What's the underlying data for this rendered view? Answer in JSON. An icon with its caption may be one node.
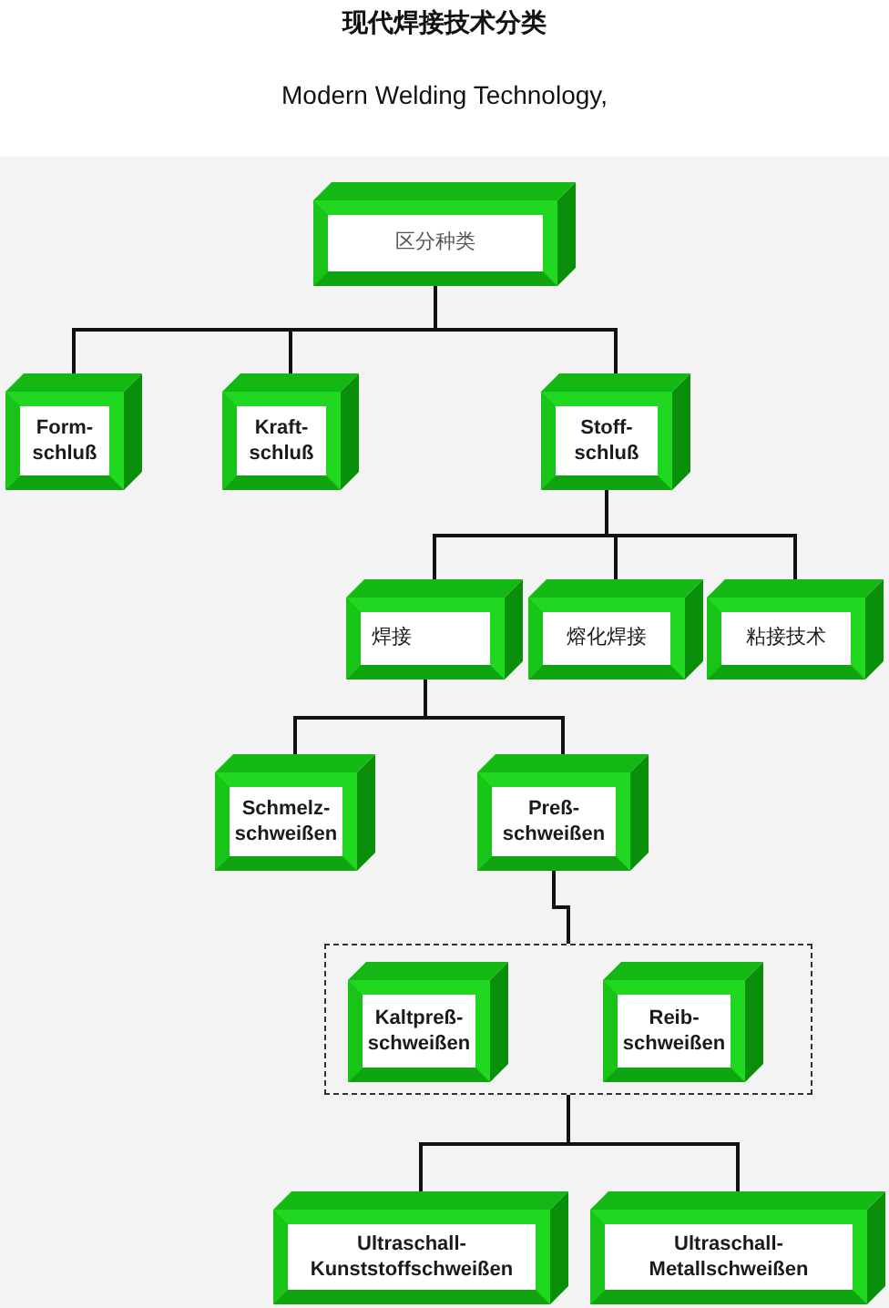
{
  "diagram": {
    "title": "现代焊接技术分类",
    "nodes": [
      {
        "text": [
          "区分种类"
        ]
      },
      {
        "text": [
          "Form- schluß"
        ]
      },
      {
        "text": [
          "Kraft- schluß"
        ]
      },
      {
        "text": [
          "Stoff- schluß"
        ]
      },
      {
        "text": [
          "焊接"
        ]
      },
      {
        "text": [
          "熔化焊接"
        ]
      },
      {
        "text": [
          "粘接技术"
        ]
      },
      {
        "text": [
          "Schmelz- schweißen"
        ]
      },
      {
        "text": [
          "Preß- schweißen"
        ]
      },
      {
        "text": [],
        "shape": "box"
      },
      {
        "text": [
          "Kaltpreß- schweißen"
        ],
        "in": 9
      },
      {
        "text": [
          "Reib- schweißen"
        ],
        "in": 9
      },
      {
        "text": [
          "Ultraschall- Kunststoffschweißen"
        ]
      },
      {
        "text": [
          "Ultraschall- Metallschweißen"
        ]
      }
    ],
    "edges": [
      {
        "from": 0,
        "to": 1,
        "arrow": "none"
      },
      {
        "from": 0,
        "to": 2,
        "arrow": "none"
      },
      {
        "from": 0,
        "to": 3,
        "arrow": "none"
      },
      {
        "from": 3,
        "to": 4,
        "arrow": "none"
      },
      {
        "from": 3,
        "to": 5,
        "arrow": "none"
      },
      {
        "from": 3,
        "to": 6,
        "arrow": "none"
      },
      {
        "from": 4,
        "to": 7,
        "arrow": "none"
      },
      {
        "from": 4,
        "to": 8,
        "arrow": "none"
      },
      {
        "from": 8,
        "to": 9,
        "arrow": "none"
      },
      {
        "from": 9,
        "to": 12,
        "arrow": "none"
      },
      {
        "from": 9,
        "to": 13,
        "arrow": "none"
      }
    ],
    "labels": [
      "Modern Welding Technology,"
    ]
  }
}
